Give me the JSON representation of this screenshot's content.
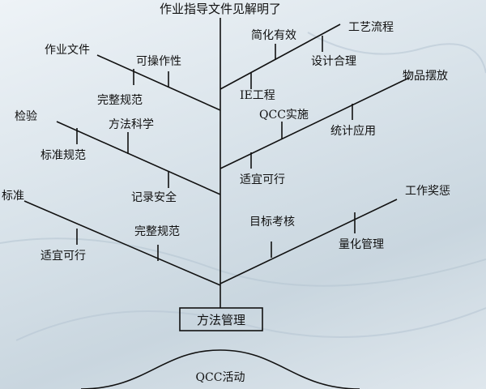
{
  "diagram": {
    "top_title": "作业指导文件见解明了",
    "bottom_label": "QCC活动",
    "root_box": "方法管理",
    "left_branches": [
      {
        "head": "作业文件",
        "items": [
          "可操作性",
          "完整规范"
        ]
      },
      {
        "head": "检验",
        "items": [
          "方法科学",
          "标准规范",
          "记录安全"
        ]
      },
      {
        "head": "标准",
        "items": [
          "完整规范",
          "适宜可行"
        ]
      }
    ],
    "right_branches": [
      {
        "head": "工艺流程",
        "items": [
          "简化有效",
          "设计合理",
          "IE工程"
        ]
      },
      {
        "head": "物品摆放",
        "items": [
          "QCC实施",
          "统计应用",
          "适宜可行"
        ]
      },
      {
        "head": "工作奖惩",
        "items": [
          "目标考核",
          "量化管理"
        ]
      }
    ]
  },
  "colors": {
    "line": "#111111",
    "text": "#111111",
    "box_border": "#111111"
  }
}
